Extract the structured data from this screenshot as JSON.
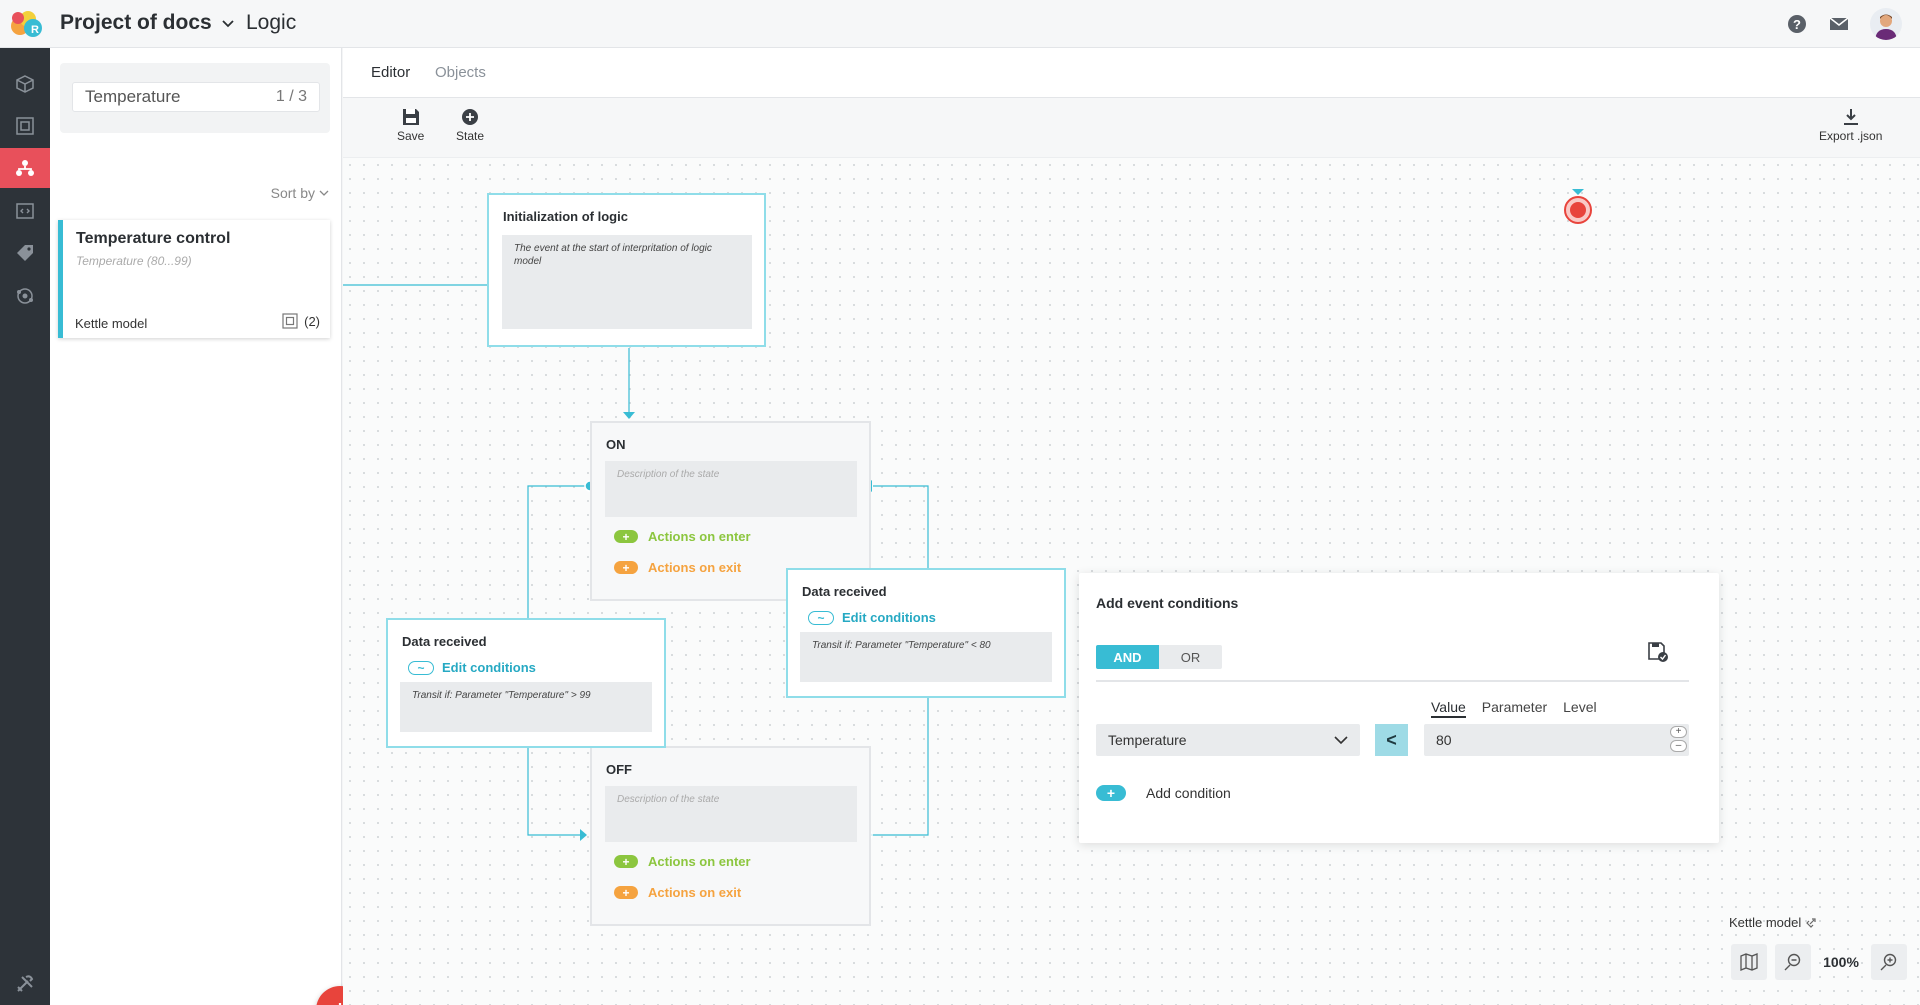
{
  "header": {
    "project": "Project of docs",
    "section": "Logic"
  },
  "search": {
    "value": "Temperature",
    "count": "1 / 3"
  },
  "sort_label": "Sort by",
  "card": {
    "title": "Temperature control",
    "subtitle": "Temperature (80...99)",
    "model": "Kettle model",
    "count": "(2)"
  },
  "tabs": {
    "editor": "Editor",
    "objects": "Objects"
  },
  "toolbar": {
    "save": "Save",
    "state": "State",
    "export": "Export .json"
  },
  "nodes": {
    "init": {
      "title": "Initialization of logic",
      "desc": "The event at the start of interpritation of logic model"
    },
    "on": {
      "title": "ON",
      "desc": "Description of the state",
      "enter": "Actions on enter",
      "exit": "Actions on exit"
    },
    "off": {
      "title": "OFF",
      "desc": "Description of the state",
      "enter": "Actions on enter",
      "exit": "Actions on exit"
    },
    "data1": {
      "title": "Data received",
      "edit": "Edit conditions",
      "desc": "Transit if: Parameter \"Temperature\" > 99"
    },
    "data2": {
      "title": "Data received",
      "edit": "Edit conditions",
      "desc": "Transit if: Parameter \"Temperature\" < 80"
    }
  },
  "popup": {
    "title": "Add event conditions",
    "and": "AND",
    "or": "OR",
    "value_tabs": {
      "value": "Value",
      "parameter": "Parameter",
      "level": "Level"
    },
    "parameter": "Temperature",
    "operator": "<",
    "value": "80",
    "add_condition": "Add condition"
  },
  "footer": {
    "model": "Kettle model",
    "zoom": "100%"
  },
  "colors": {
    "accent": "#38bcd4",
    "rail": "#2d3339",
    "active_rail": "#e8505b",
    "enter": "#8cc63f",
    "exit": "#f5a340",
    "fab": "#e8443c"
  }
}
